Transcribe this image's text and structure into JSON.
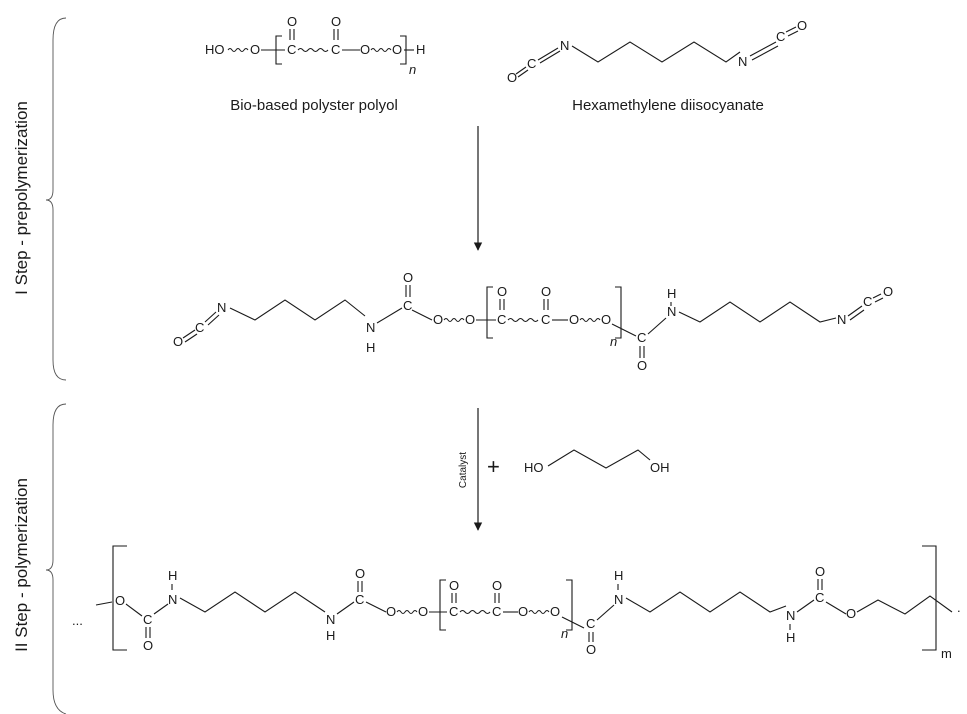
{
  "steps": {
    "step1": "I Step - prepolymerization",
    "step2": "II Step - polymerization"
  },
  "reactants": {
    "polyol_label": "Bio-based polyster polyol",
    "hdi_label": "Hexamethylene diisocyanate"
  },
  "reaction": {
    "catalyst": "Catalyst",
    "plus": "+"
  },
  "atoms": {
    "HO": "HO",
    "OH": "OH",
    "O": "O",
    "C": "C",
    "N": "N",
    "H": "H",
    "n": "n",
    "m": "m",
    "ellipsis": "..."
  }
}
